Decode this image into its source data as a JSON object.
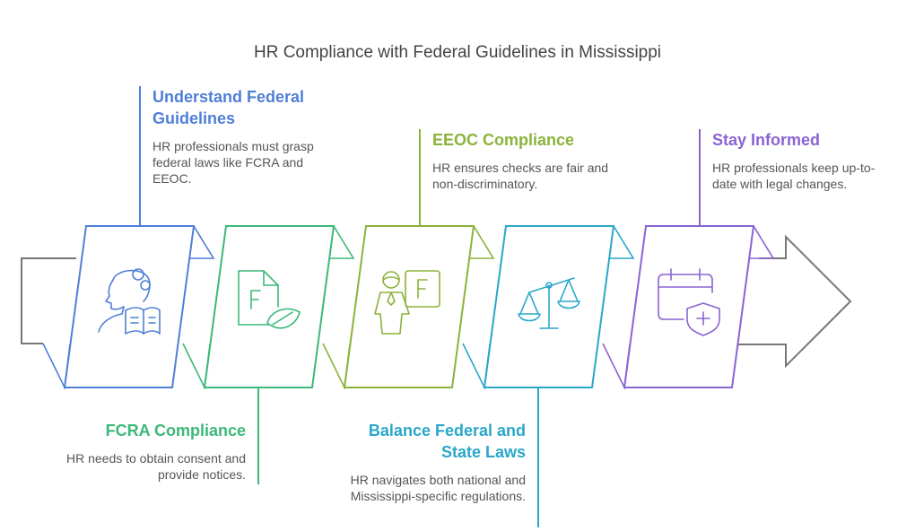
{
  "title": "HR Compliance with Federal Guidelines in Mississippi",
  "colors": {
    "blue": "#4f7fd6",
    "green": "#3cb878",
    "lime": "#8bb33a",
    "teal": "#2aa7c9",
    "purple": "#8a63d2",
    "arrow": "#777777"
  },
  "steps": [
    {
      "title": "Understand Federal Guidelines",
      "text": "HR professionals must grasp federal laws like FCRA and EEOC.",
      "icon": "person-reading-book-icon"
    },
    {
      "title": "FCRA Compliance",
      "text": "HR needs to obtain consent and provide notices.",
      "icon": "document-with-leaf-icon"
    },
    {
      "title": "EEOC Compliance",
      "text": "HR ensures checks are fair and non-discriminatory.",
      "icon": "person-with-document-icon"
    },
    {
      "title": "Balance Federal and State Laws",
      "text": "HR navigates both national and Mississippi-specific regulations.",
      "icon": "balance-scale-icon"
    },
    {
      "title": "Stay Informed",
      "text": "HR professionals keep up-to-date with legal changes.",
      "icon": "calendar-shield-icon"
    }
  ]
}
